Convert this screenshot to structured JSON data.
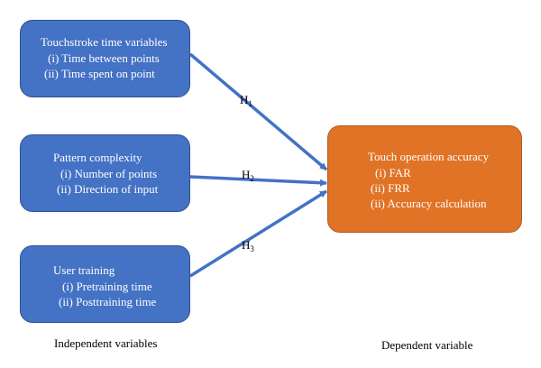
{
  "independent": [
    {
      "title": "Touchstroke time variables",
      "items": [
        "(i) Time between points",
        "(ii) Time spent on point"
      ]
    },
    {
      "title": "Pattern complexity",
      "items": [
        "(i) Number of points",
        "(ii) Direction of input"
      ]
    },
    {
      "title": "User training",
      "items": [
        "(i) Pretraining time",
        "(ii) Posttraining time"
      ]
    }
  ],
  "dependent": {
    "title": "Touch operation accuracy",
    "items": [
      "(i) FAR",
      "(ii) FRR",
      "(ii) Accuracy calculation"
    ]
  },
  "hypotheses": [
    {
      "letter": "H",
      "index": "1"
    },
    {
      "letter": "H",
      "index": "2"
    },
    {
      "letter": "H",
      "index": "3"
    }
  ],
  "captions": {
    "independent": "Independent variables",
    "dependent": "Dependent variable"
  },
  "colors": {
    "independent_fill": "#4472c4",
    "dependent_fill": "#e07326",
    "arrow": "#4472c4"
  }
}
